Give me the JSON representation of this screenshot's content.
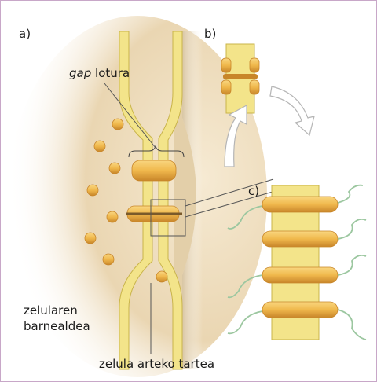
{
  "panels": {
    "a": "a)",
    "b": "b)",
    "c": "c)"
  },
  "labels": {
    "gap_italic": "gap",
    "gap_rest": "lotura",
    "intercellular_space": "zelula arteko tartea",
    "interior_line1": "zelularen",
    "interior_line2": "barnealdea"
  },
  "colors": {
    "frame_border": "#c8a7c8",
    "membrane": "#f3e48a",
    "membrane_edge": "#c9b44a",
    "connexon": "#f0b84c",
    "connexon_dark": "#c8862a",
    "cytoplasm": "#e9d3ae",
    "linker": "#9cc7a0",
    "leader_line": "#555555",
    "arrow_outline": "#b5b5b5"
  }
}
